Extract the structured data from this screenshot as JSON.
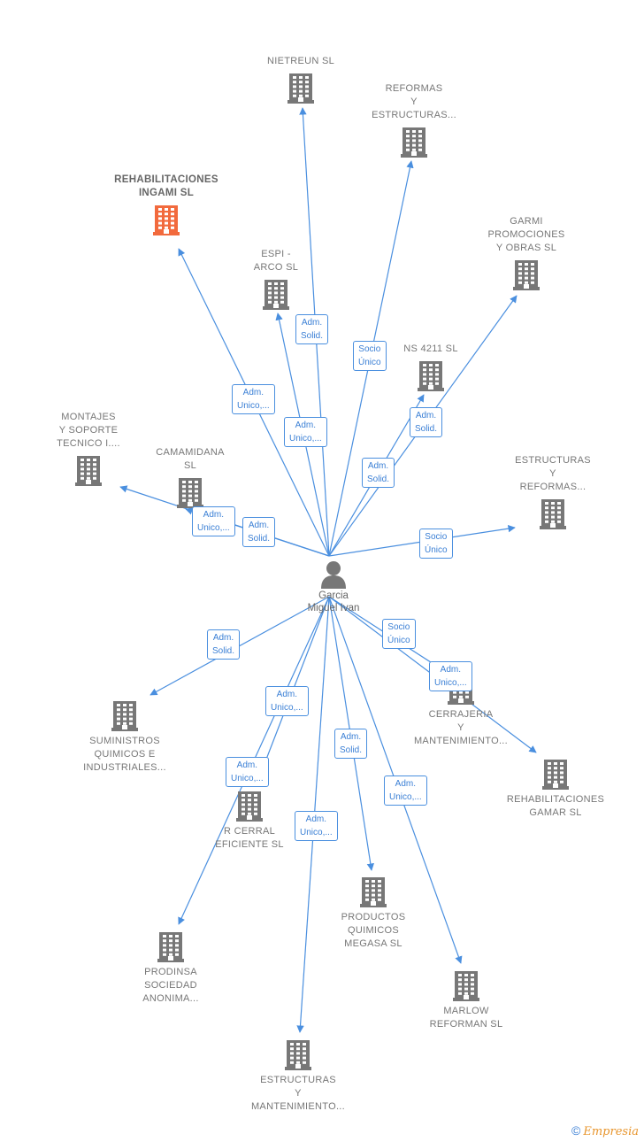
{
  "colors": {
    "edge": "#4a8fdf",
    "building": "#777777",
    "building_highlight": "#f26a3d",
    "person": "#777777"
  },
  "person": {
    "name_line1": "Garcia",
    "name_line2": "Miguel Ivan",
    "icon": "person-icon"
  },
  "companies": [
    {
      "id": "nietreun",
      "lines": [
        "NIETREUN  SL"
      ],
      "highlight": false
    },
    {
      "id": "reformas-estructuras",
      "lines": [
        "REFORMAS",
        "Y",
        "ESTRUCTURAS..."
      ],
      "highlight": false
    },
    {
      "id": "rehabilitaciones-ingami",
      "lines": [
        "REHABILITACIONES",
        "INGAMI  SL"
      ],
      "highlight": true
    },
    {
      "id": "garmi",
      "lines": [
        "GARMI",
        "PROMOCIONES",
        "Y OBRAS  SL"
      ],
      "highlight": false
    },
    {
      "id": "espi-arco",
      "lines": [
        "ESPI -",
        "ARCO  SL"
      ],
      "highlight": false
    },
    {
      "id": "ns4211",
      "lines": [
        "NS 4211  SL"
      ],
      "highlight": false
    },
    {
      "id": "montajes",
      "lines": [
        "MONTAJES",
        "Y SOPORTE",
        "TECNICO I...."
      ],
      "highlight": false
    },
    {
      "id": "camamidana",
      "lines": [
        "CAMAMIDANA",
        "SL"
      ],
      "highlight": false
    },
    {
      "id": "estructuras-reformas",
      "lines": [
        "ESTRUCTURAS",
        "Y",
        "REFORMAS..."
      ],
      "highlight": false
    },
    {
      "id": "suministros",
      "lines": [
        "SUMINISTROS",
        "QUIMICOS E",
        "INDUSTRIALES..."
      ],
      "highlight": false
    },
    {
      "id": "cerrajeria",
      "lines": [
        "CERRAJERIA",
        "Y",
        "MANTENIMIENTO..."
      ],
      "highlight": false
    },
    {
      "id": "rehabilitaciones-gamar",
      "lines": [
        "REHABILITACIONES",
        "GAMAR  SL"
      ],
      "highlight": false
    },
    {
      "id": "r-cerral",
      "lines": [
        "R CERRAL",
        "EFICIENTE  SL"
      ],
      "highlight": false
    },
    {
      "id": "productos-quimicos",
      "lines": [
        "PRODUCTOS",
        "QUIMICOS",
        "MEGASA  SL"
      ],
      "highlight": false
    },
    {
      "id": "prodinsa",
      "lines": [
        "PRODINSA",
        "SOCIEDAD",
        "ANONIMA..."
      ],
      "highlight": false
    },
    {
      "id": "marlow",
      "lines": [
        "MARLOW",
        "REFORMAN  SL"
      ],
      "highlight": false
    },
    {
      "id": "estructuras-mantenimiento",
      "lines": [
        "ESTRUCTURAS",
        "Y",
        "MANTENIMIENTO..."
      ],
      "highlight": false
    }
  ],
  "relations": [
    {
      "to": "rehabilitaciones-ingami",
      "lines": [
        "Adm.",
        "Unico,..."
      ]
    },
    {
      "to": "nietreun",
      "lines": [
        "Adm.",
        "Solid."
      ]
    },
    {
      "to": "reformas-estructuras",
      "lines": [
        "Socio",
        "Único"
      ]
    },
    {
      "to": "espi-arco",
      "lines": [
        "Adm.",
        "Unico,..."
      ]
    },
    {
      "to": "ns4211",
      "lines": [
        "Adm.",
        "Solid."
      ]
    },
    {
      "to": "garmi",
      "lines": [
        "Adm.",
        "Solid."
      ]
    },
    {
      "to": "montajes",
      "lines": [
        "Adm.",
        "Unico,..."
      ]
    },
    {
      "to": "camamidana",
      "lines": [
        "Adm.",
        "Solid."
      ]
    },
    {
      "to": "estructuras-reformas",
      "lines": [
        "Socio",
        "Único"
      ]
    },
    {
      "to": "suministros",
      "lines": [
        "Adm.",
        "Solid."
      ]
    },
    {
      "to": "cerrajeria",
      "lines": [
        "Socio",
        "Único"
      ]
    },
    {
      "to": "rehabilitaciones-gamar",
      "lines": [
        "Adm.",
        "Unico,..."
      ]
    },
    {
      "to": "r-cerral",
      "lines": [
        "Adm.",
        "Unico,..."
      ]
    },
    {
      "to": "prodinsa",
      "lines": [
        "Adm.",
        "Unico,..."
      ]
    },
    {
      "to": "productos-quimicos",
      "lines": [
        "Adm.",
        "Solid."
      ]
    },
    {
      "to": "estructuras-mantenimiento",
      "lines": [
        "Adm.",
        "Unico,..."
      ]
    },
    {
      "to": "marlow",
      "lines": [
        "Adm.",
        "Unico,..."
      ]
    }
  ],
  "footer": {
    "copyright_symbol": "©",
    "brand": "Empresia"
  }
}
